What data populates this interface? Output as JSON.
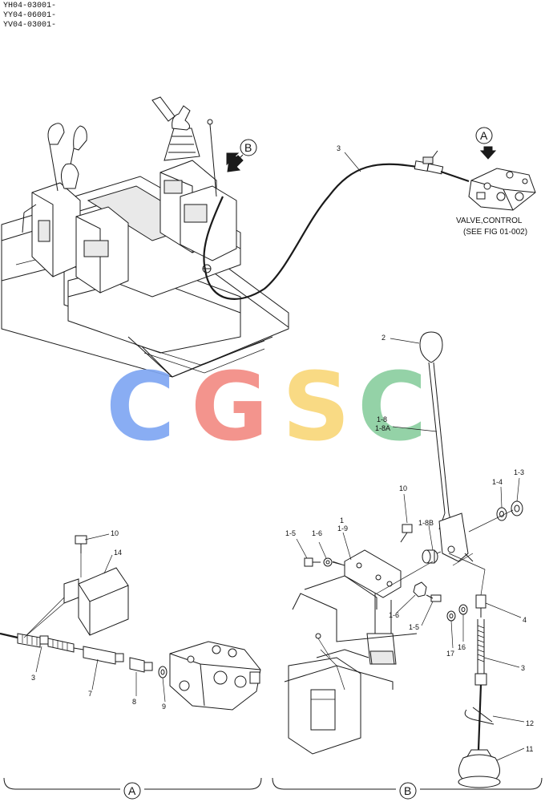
{
  "header": {
    "models": [
      "YH04-03001-",
      "YY04-06001-",
      "YV04-03001-"
    ]
  },
  "watermark": {
    "letters": [
      {
        "char": "C",
        "color": "#7fa7f2"
      },
      {
        "char": "G",
        "color": "#f28c84"
      },
      {
        "char": "S",
        "color": "#f9d77a"
      },
      {
        "char": "C",
        "color": "#8ccfa0"
      }
    ]
  },
  "views": {
    "a_marker": "A",
    "b_marker": "B",
    "section_a": "A",
    "section_b": "B"
  },
  "valve_note": {
    "line1": "VALVE,CONTROL",
    "line2": "(SEE FIG 01-002)"
  },
  "callouts": {
    "c3_top": "3",
    "c2": "2",
    "c18": "1-8",
    "c18a": "1-8A",
    "c13": "1-3",
    "c14": "1-4",
    "c10b": "10",
    "c1": "1",
    "c19": "1-9",
    "c15a": "1-5",
    "c16a": "1-6",
    "c18b": "1-8B",
    "c16b": "1-6",
    "c15b": "1-5",
    "c17": "17",
    "c16": "16",
    "c4": "4",
    "c3b": "3",
    "c12": "12",
    "c11": "11",
    "c10a": "10",
    "c14a": "14",
    "c3a": "3",
    "c7": "7",
    "c8": "8",
    "c9": "9"
  }
}
